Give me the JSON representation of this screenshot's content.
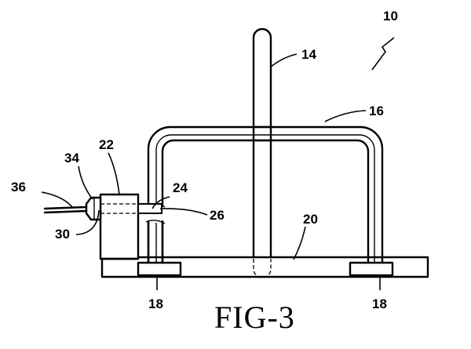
{
  "figure": {
    "caption": "FIG-3",
    "labels": {
      "ref_10": "10",
      "ref_14": "14",
      "ref_16": "16",
      "ref_18_left": "18",
      "ref_18_right": "18",
      "ref_20": "20",
      "ref_22": "22",
      "ref_24": "24",
      "ref_26": "26",
      "ref_30": "30",
      "ref_34": "34",
      "ref_36": "36"
    }
  }
}
